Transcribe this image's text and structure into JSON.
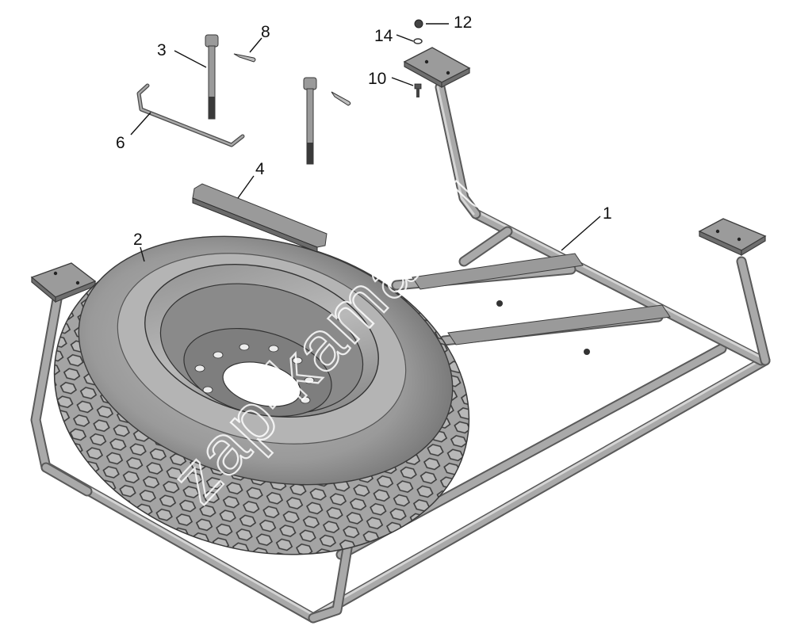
{
  "diagram": {
    "callouts": [
      {
        "id": "c1",
        "label": "1"
      },
      {
        "id": "c2",
        "label": "2"
      },
      {
        "id": "c3",
        "label": "3"
      },
      {
        "id": "c4",
        "label": "4"
      },
      {
        "id": "c6",
        "label": "6"
      },
      {
        "id": "c8",
        "label": "8"
      },
      {
        "id": "c10",
        "label": "10"
      },
      {
        "id": "c12",
        "label": "12"
      },
      {
        "id": "c14",
        "label": "14"
      }
    ],
    "watermark": "zap-kamaz.ru"
  },
  "colors": {
    "background": "#ffffff",
    "metal": "#a9a9a9",
    "metal_shadow": "#5a5a5a",
    "tire": "#9c9c9c",
    "tire_dark": "#5e5e5e",
    "label": "#111111"
  }
}
